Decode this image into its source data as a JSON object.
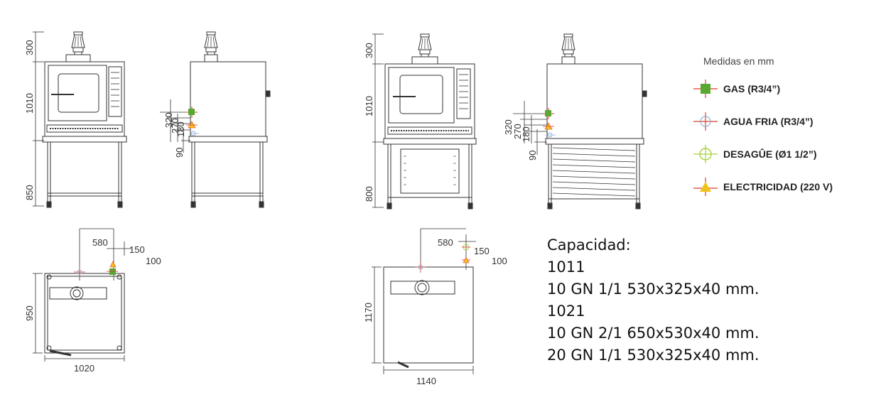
{
  "legend": {
    "title": "Medidas en mm",
    "items": [
      {
        "label": "GAS (R3/4”)",
        "color": "#58a832",
        "icon": "gas-symbol-icon"
      },
      {
        "label": "AGUA FRIA (R3/4”)",
        "color": "#8fb0d8",
        "icon": "cold-water-symbol-icon"
      },
      {
        "label": "DESAGÛE (Ø1 1/2”)",
        "color": "#a6d23a",
        "icon": "drain-symbol-icon"
      },
      {
        "label": "ELECTRICIDAD (220 V)",
        "color": "#f2c21a",
        "icon": "electricity-symbol-icon"
      }
    ]
  },
  "capacity": {
    "heading": "Capacidad:",
    "lines": [
      "1011",
      "10 GN 1/1 530x325x40 mm.",
      "1021",
      "10 GN 2/1 650x530x40 mm.",
      "20 GN 1/1 530x325x40 mm."
    ]
  },
  "model_1011": {
    "dim_chimney": "300",
    "dim_oven_height": "1010",
    "dim_stand_height": "850",
    "dim_conn_320": "320",
    "dim_conn_270": "270",
    "dim_conn_180": "180",
    "dim_conn_90": "90",
    "dim_top_580": "580",
    "dim_top_150": "150",
    "dim_top_100": "100",
    "dim_depth": "950",
    "dim_width": "1020"
  },
  "model_1021": {
    "dim_chimney": "300",
    "dim_oven_height": "1010",
    "dim_stand_height": "800",
    "dim_conn_320": "320",
    "dim_conn_270": "270",
    "dim_conn_180": "180",
    "dim_conn_90": "90",
    "dim_top_580": "580",
    "dim_top_150": "150",
    "dim_top_100": "100",
    "dim_depth": "1170",
    "dim_width": "1140"
  },
  "colors": {
    "line": "#333333",
    "gas": "#58a832",
    "water": "#8fb0d8",
    "drain": "#a6d23a",
    "electric": "#f2c21a",
    "red": "#e03a2a"
  }
}
